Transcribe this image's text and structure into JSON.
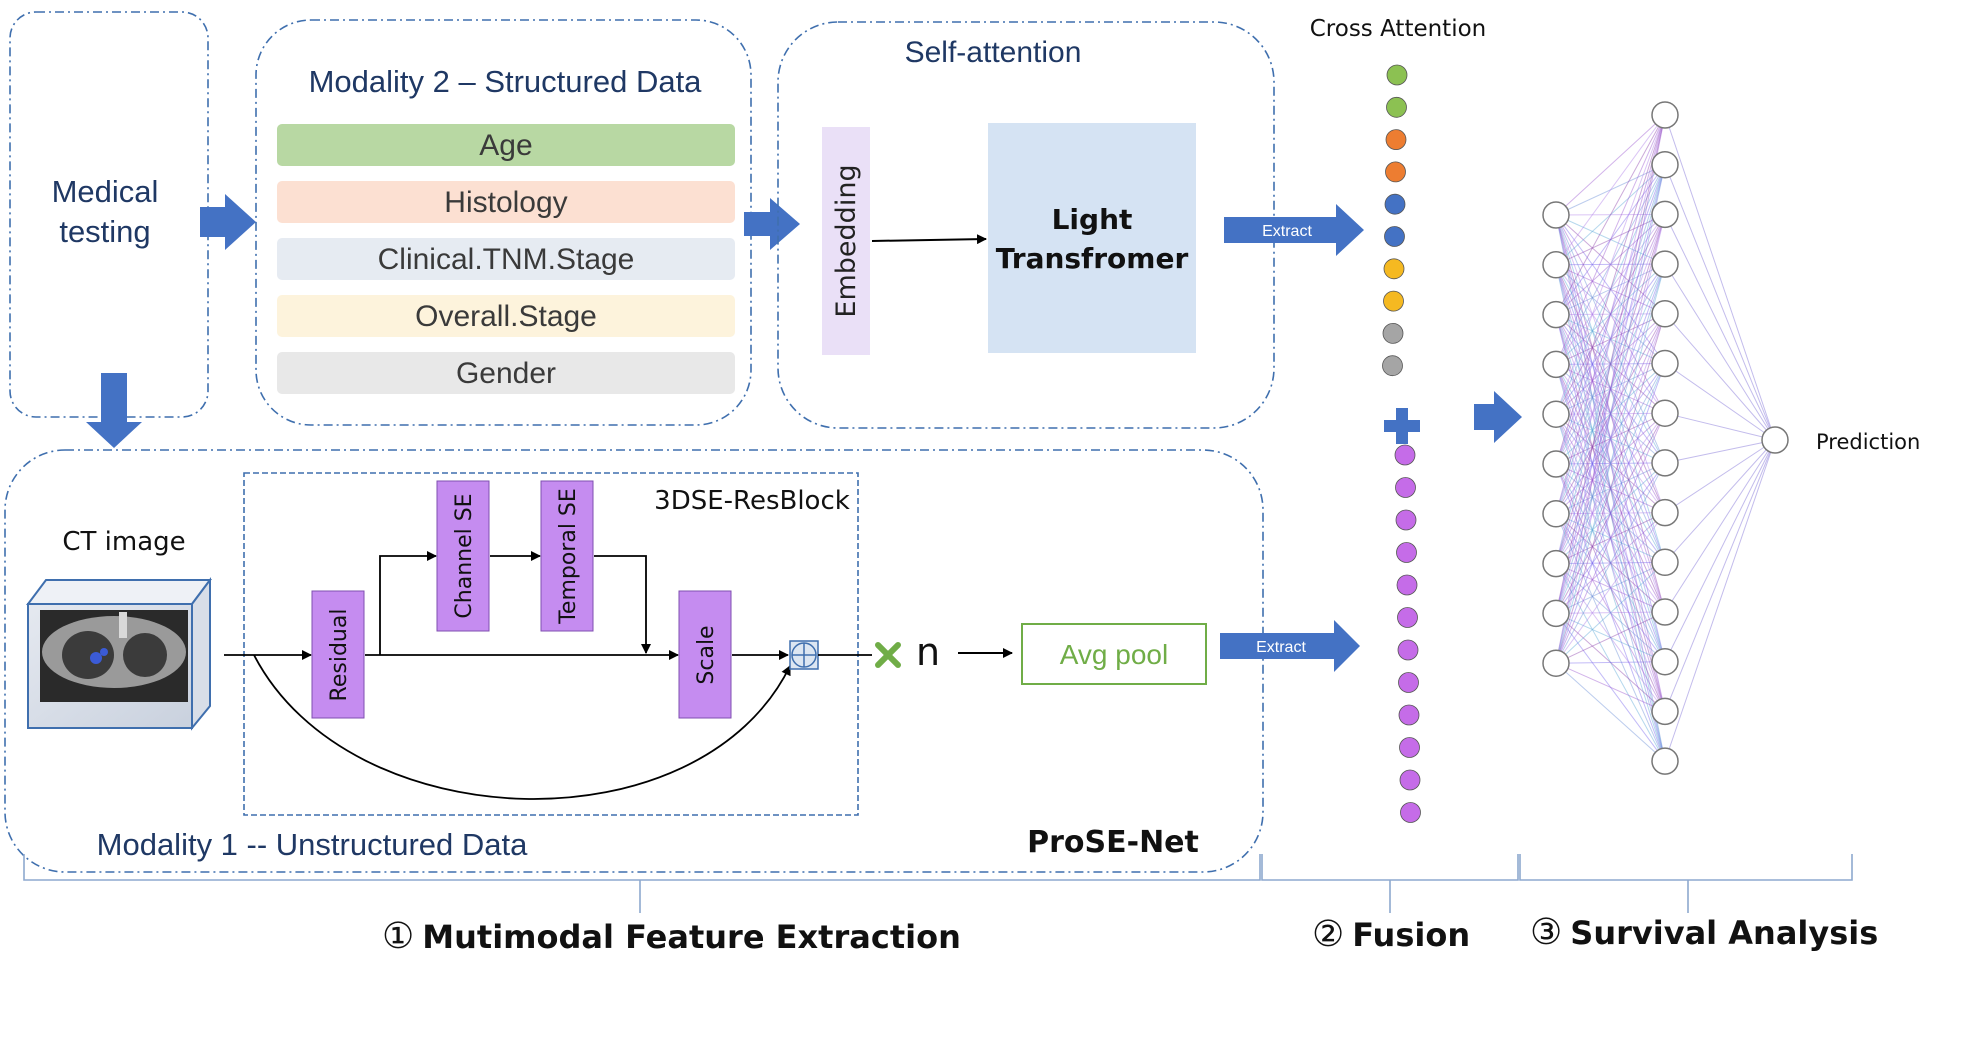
{
  "medical_testing": {
    "line1": "Medical",
    "line2": "testing"
  },
  "modality2": {
    "title": "Modality 2 – Structured Data",
    "fields": [
      {
        "label": "Age",
        "color": "#b8d8a3"
      },
      {
        "label": "Histology",
        "color": "#fce0d2"
      },
      {
        "label": "Clinical.TNM.Stage",
        "color": "#e6ebf2"
      },
      {
        "label": "Overall.Stage",
        "color": "#fdf3dc"
      },
      {
        "label": "Gender",
        "color": "#e8e8e8"
      }
    ]
  },
  "self_attention": {
    "title": "Self-attention",
    "embedding": "Embedding",
    "transformer_line1": "Light",
    "transformer_line2": "Transfromer"
  },
  "extract_label": "Extract",
  "cross_attention": {
    "title": "Cross Attention",
    "top_dot_colors": [
      "#8cc152",
      "#8cc152",
      "#ed7d31",
      "#ed7d31",
      "#4472c4",
      "#4472c4",
      "#f5b921",
      "#f5b921",
      "#a5a5a5",
      "#a5a5a5"
    ],
    "bottom_dot_color": "#c56ce8",
    "bottom_dot_count": 12
  },
  "modality1": {
    "title": "Modality 1 -- Unstructured Data",
    "ct_label": "CT image",
    "resblock_label": "3DSE-ResBlock",
    "residual": "Residual",
    "channel_se": "Channel SE",
    "temporal_se": "Temporal SE",
    "scale": "Scale",
    "repeat_n": "n",
    "avg_pool": "Avg pool",
    "network_name": "ProSE-Net"
  },
  "prediction_label": "Prediction",
  "stages": [
    {
      "number": "①",
      "label": "Mutimodal Feature Extraction"
    },
    {
      "number": "②",
      "label": "Fusion"
    },
    {
      "number": "③",
      "label": "Survival Analysis"
    }
  ],
  "colors": {
    "dashed_border": "#3f6fae",
    "arrow_blue": "#4472c4",
    "purple_block": "#c58cf0",
    "embedding_bg": "#eae0f7",
    "transformer_bg": "#d5e3f3",
    "avgpool_green": "#70ad47",
    "title_blue": "#1f3864",
    "x_green": "#70ad47"
  }
}
